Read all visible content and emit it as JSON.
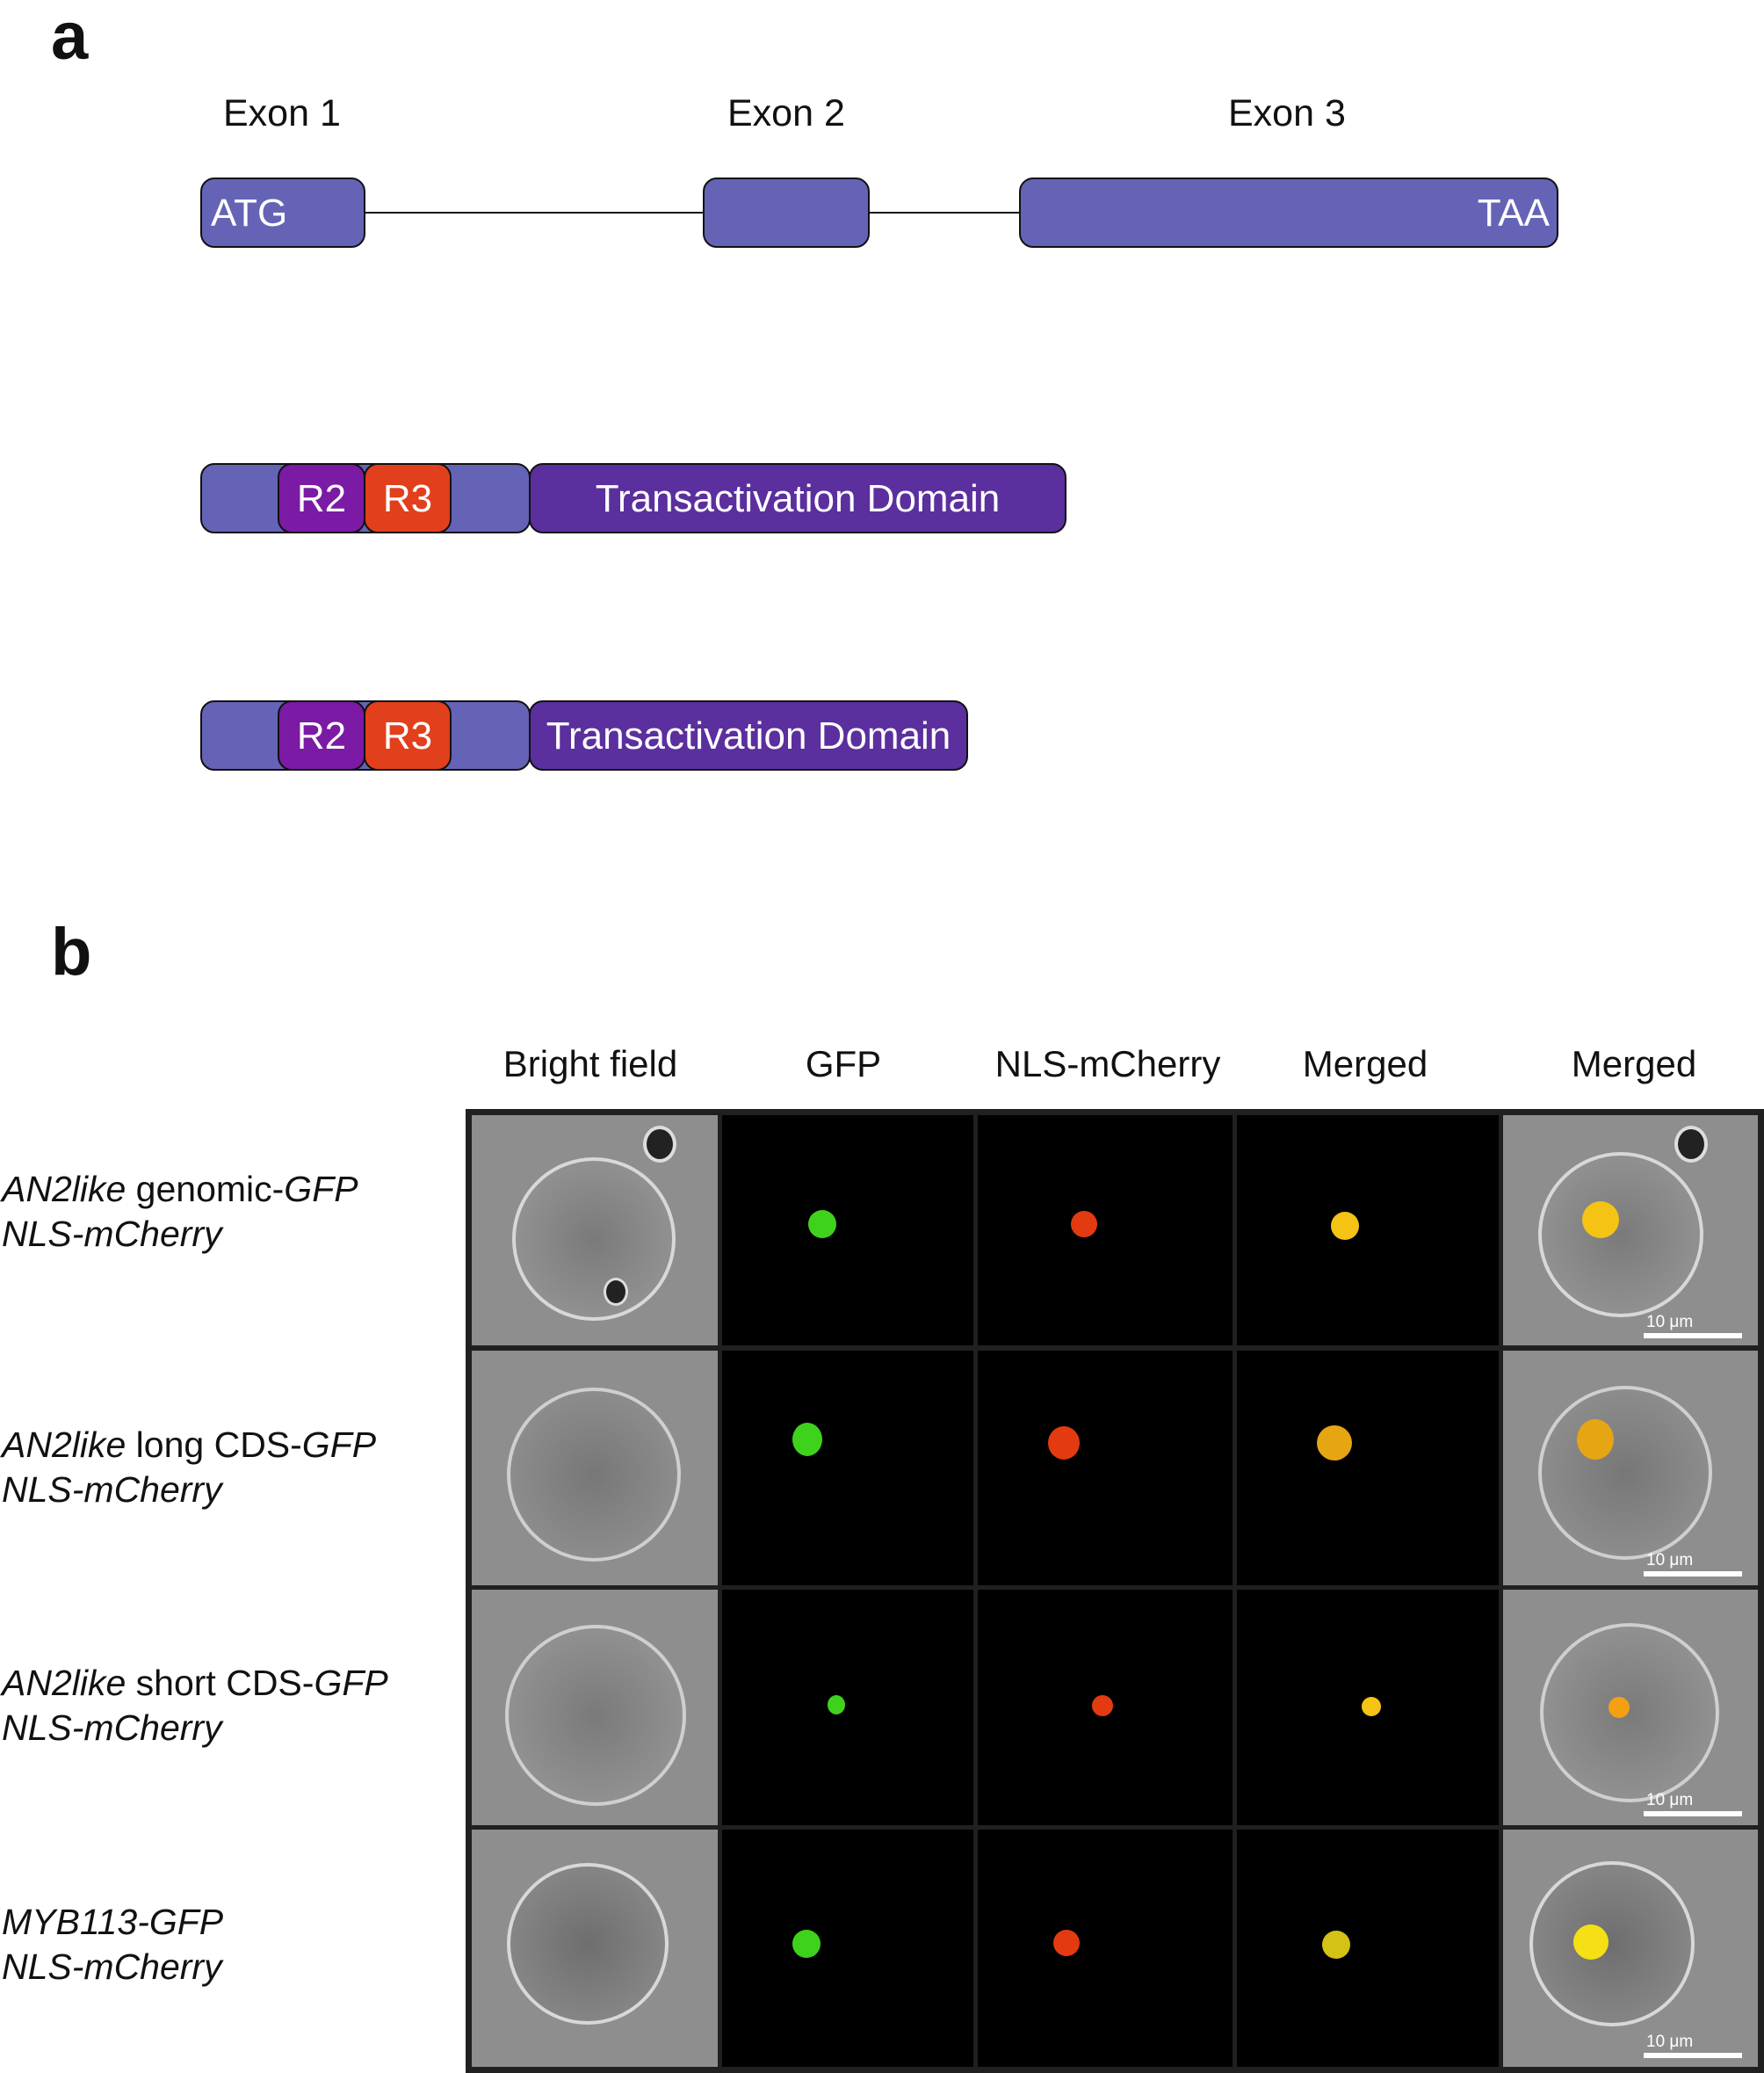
{
  "panel_a": {
    "letter": "a",
    "exon_labels": [
      "Exon 1",
      "Exon 2",
      "Exon 3"
    ],
    "start_codon": "ATG",
    "stop_codon": "TAA",
    "protein_long": {
      "r2": "R2",
      "r3": "R3",
      "domain": "Transactivation Domain"
    },
    "protein_short": {
      "r2": "R2",
      "r3": "R3",
      "domain": "Transactivation Domain"
    }
  },
  "panel_b": {
    "letter": "b",
    "column_headers": [
      "Bright field",
      "GFP",
      "NLS-mCherry",
      "Merged",
      "Merged"
    ],
    "rows": [
      {
        "line1_italic": "AN2like",
        "line1_plain": " genomic-",
        "line1_italic2": "GFP",
        "line2_italic": "NLS-mCherry"
      },
      {
        "line1_italic": "AN2like",
        "line1_plain": " long CDS-",
        "line1_italic2": "GFP",
        "line2_italic": "NLS-mCherry"
      },
      {
        "line1_italic": "AN2like",
        "line1_plain": " short CDS-",
        "line1_italic2": "GFP",
        "line2_italic": "NLS-mCherry"
      },
      {
        "line1_italic": "MYB113-GFP",
        "line1_plain": "",
        "line1_italic2": "",
        "line2_italic": "NLS-mCherry"
      }
    ],
    "scale_bar_label": "10 μm",
    "colors": {
      "gfp": "#3fd21d",
      "mcherry": "#e33a10",
      "merged": "#f4c314",
      "merged_orange": "#e6a512"
    }
  }
}
